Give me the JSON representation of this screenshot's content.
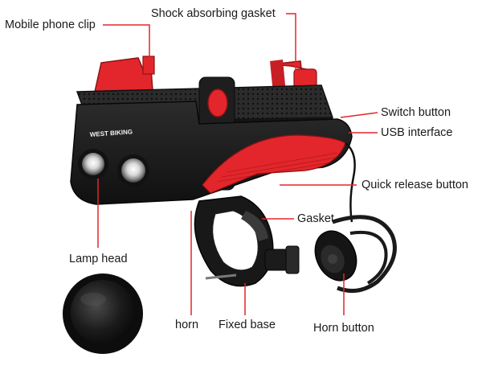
{
  "product": {
    "brand_logo_text": "WEST BIKING",
    "colors": {
      "accent": "#e3262b",
      "body": "#1b1b1b",
      "callout_line": "#e3262b",
      "label_text": "#1a1a1a"
    }
  },
  "callouts": {
    "mobile_phone_clip": "Mobile phone clip",
    "shock_absorbing_gasket": "Shock absorbing gasket",
    "switch_button": "Switch button",
    "usb_interface": "USB interface",
    "quick_release_button": "Quick release button",
    "gasket": "Gasket",
    "lamp_head": "Lamp head",
    "horn": "horn",
    "fixed_base": "Fixed base",
    "horn_button": "Horn button"
  }
}
